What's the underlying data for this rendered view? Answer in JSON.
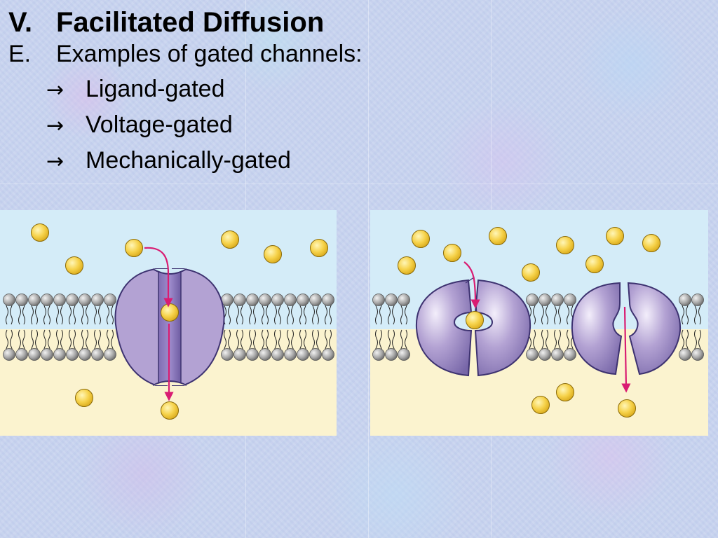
{
  "slide": {
    "title_number": "V.",
    "title_text": "Facilitated Diffusion",
    "subheading_letter": "E.",
    "subheading_text": "Examples of gated channels:",
    "bullets": [
      {
        "arrow": "→",
        "text": "Ligand-gated"
      },
      {
        "arrow": "→",
        "text": "Voltage-gated"
      },
      {
        "arrow": "→",
        "text": "Mechanically-gated"
      }
    ]
  },
  "colors": {
    "extracellular": "#d4ecf8",
    "intracellular": "#fbf3cf",
    "channel_protein": "#b3a2d3",
    "channel_protein_dark": "#7766a8",
    "solute": "#f6d24a",
    "arrow": "#d91c72",
    "phospholipid_head": "#a8a8a8"
  }
}
